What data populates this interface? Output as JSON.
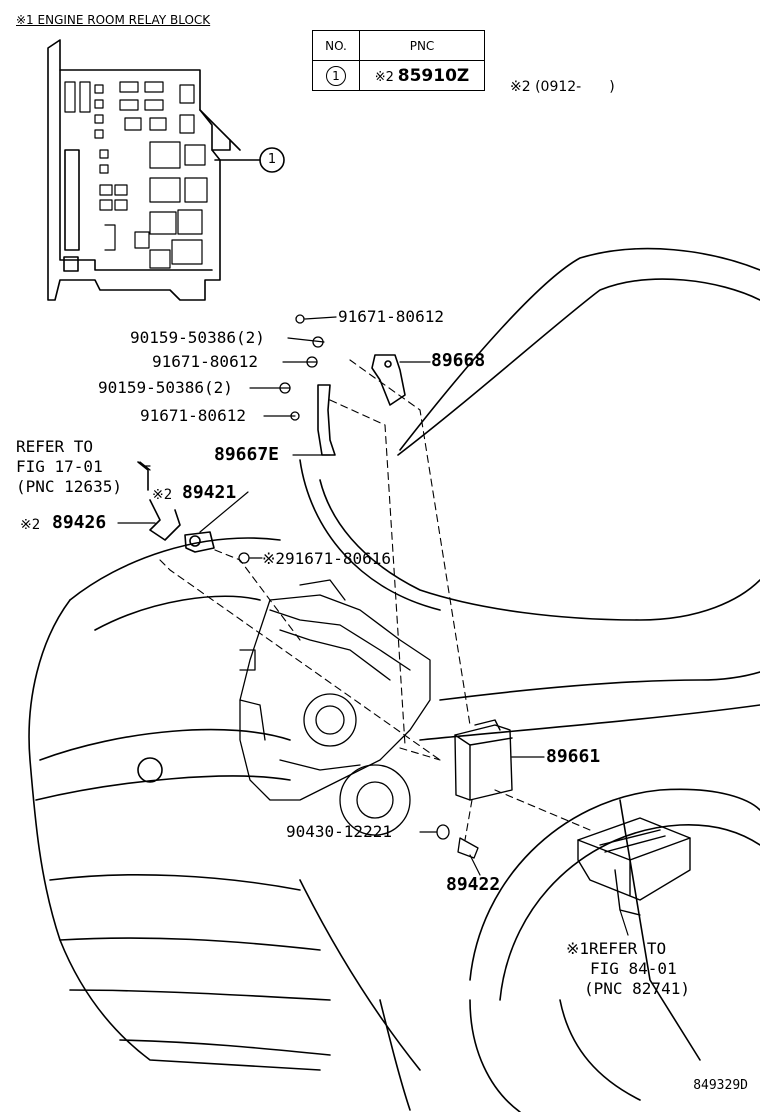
{
  "header": {
    "relay_block_title": "※1 ENGINE ROOM RELAY BLOCK"
  },
  "pnc_table": {
    "col_no": "NO.",
    "col_pnc": "PNC",
    "row_no": "1",
    "row_mark": "※2",
    "row_pnc": "85910Z"
  },
  "note2": "※2 (0912-　　)",
  "callout_no": "1",
  "labels": {
    "p91671_80612_top": "91671-80612",
    "p90159_50386_a": "90159-50386(2)",
    "p91671_80612_mid": "91671-80612",
    "p89668": "89668",
    "p90159_50386_b": "90159-50386(2)",
    "p91671_80612_low": "91671-80612",
    "p89667e": "89667E",
    "refer_17_line1": "REFER TO",
    "refer_17_line2": "FIG 17-01",
    "refer_17_line3": "(PNC 12635)",
    "p89421_mark": "※2",
    "p89421": "89421",
    "p89426_mark": "※2",
    "p89426": "89426",
    "p91671_80616": "※291671-80616",
    "p89661": "89661",
    "p90430_12221": "90430-12221",
    "p89422": "89422",
    "refer_84_line1": "※1REFER TO",
    "refer_84_line2": "FIG 84-01",
    "refer_84_line3": "(PNC 82741)"
  },
  "drawing_number": "849329D"
}
